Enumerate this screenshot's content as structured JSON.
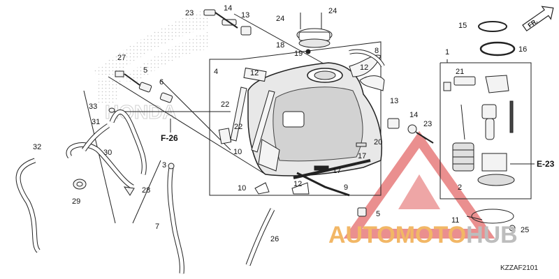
{
  "diagram": {
    "callouts": [
      "1",
      "2",
      "3",
      "4",
      "5",
      "5",
      "6",
      "7",
      "8",
      "9",
      "10",
      "10",
      "11",
      "12",
      "12",
      "12",
      "13",
      "13",
      "14",
      "14",
      "15",
      "16",
      "17",
      "17",
      "18",
      "19",
      "20",
      "21",
      "22",
      "22",
      "23",
      "23",
      "24",
      "24",
      "25",
      "26",
      "27",
      "28",
      "29",
      "30",
      "31",
      "32",
      "33"
    ],
    "references": [
      "F-26",
      "E-23"
    ],
    "front_marker": "FR.",
    "logo_text": "HONDA",
    "diagram_code": "KZZAF2101"
  },
  "watermark": {
    "part_a": "AUTOMOTO",
    "part_b": "HUB",
    "color_a": "#f2b766",
    "color_b": "#bdbdbd",
    "triangle_color": "#e36a6a"
  },
  "colors": {
    "line": "#222222",
    "tank_shade": "#d9d9d9"
  }
}
